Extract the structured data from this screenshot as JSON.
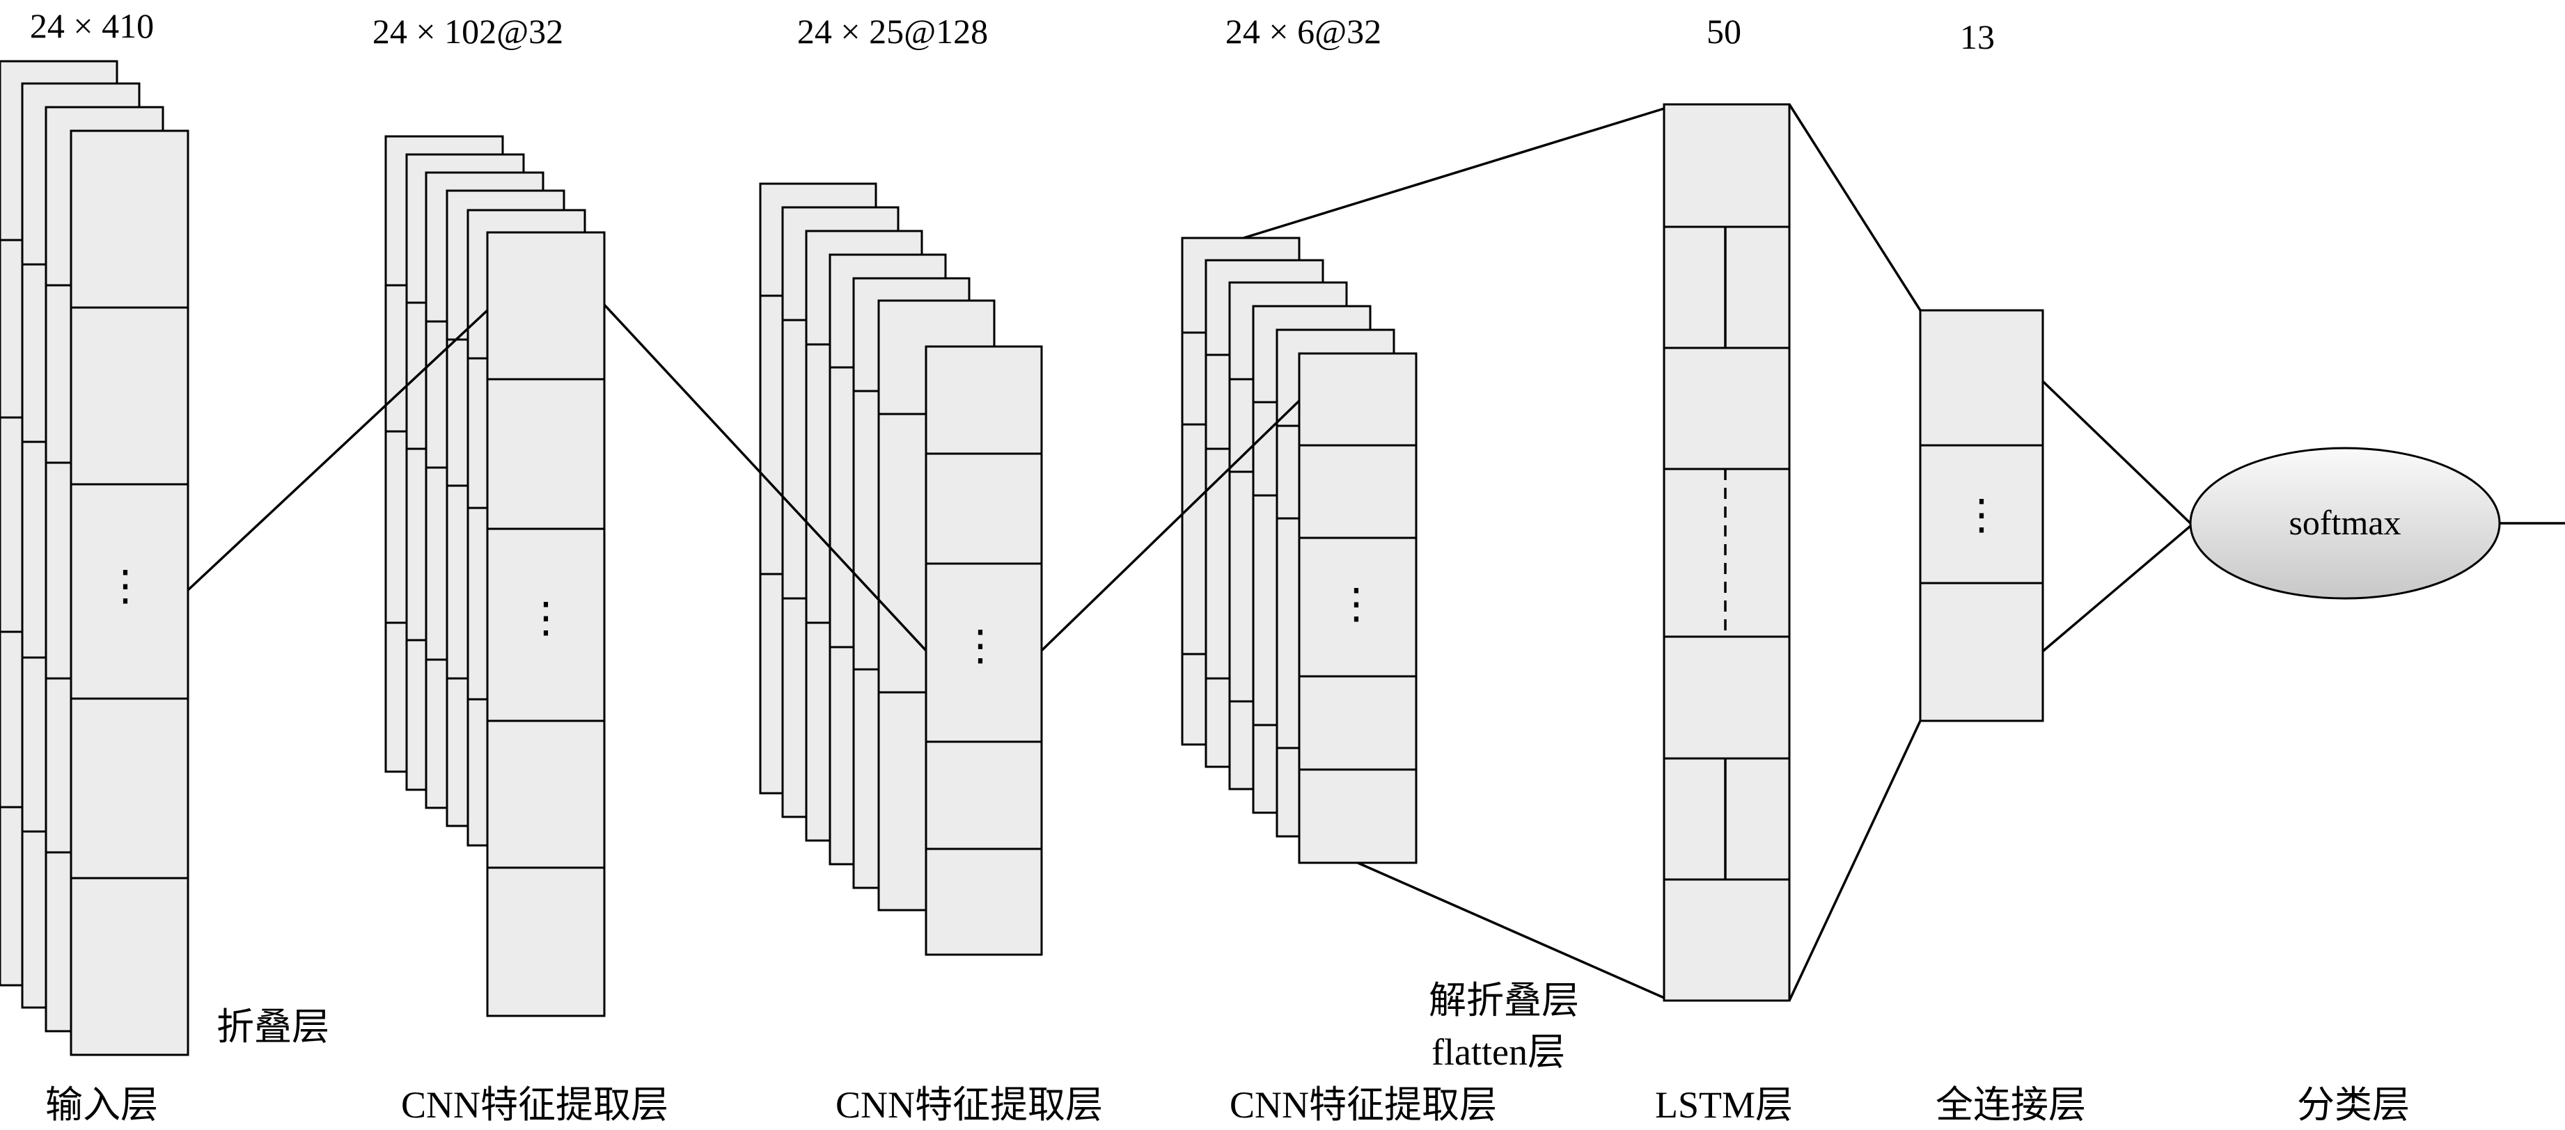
{
  "dims": {
    "input": "24 × 410",
    "cnn1": "24 × 102@32",
    "cnn2": "24 × 25@128",
    "cnn3": "24 × 6@32",
    "lstm": "50",
    "fc": "13"
  },
  "layers": {
    "input": "输入层",
    "fold": "折叠层",
    "cnn1": "CNN特征提取层",
    "cnn2": "CNN特征提取层",
    "cnn3": "CNN特征提取层",
    "unfold": "解折叠层",
    "flatten": "flatten层",
    "lstm": "LSTM层",
    "fc": "全连接层",
    "cls": "分类层"
  },
  "nodes": {
    "softmax": "softmax",
    "ellipsis": "⋮"
  },
  "colors": {
    "box_fill": "#ececec",
    "softmax_fill_top": "#fafafa",
    "softmax_fill_bottom": "#c8c8c8",
    "stroke": "#000000"
  }
}
